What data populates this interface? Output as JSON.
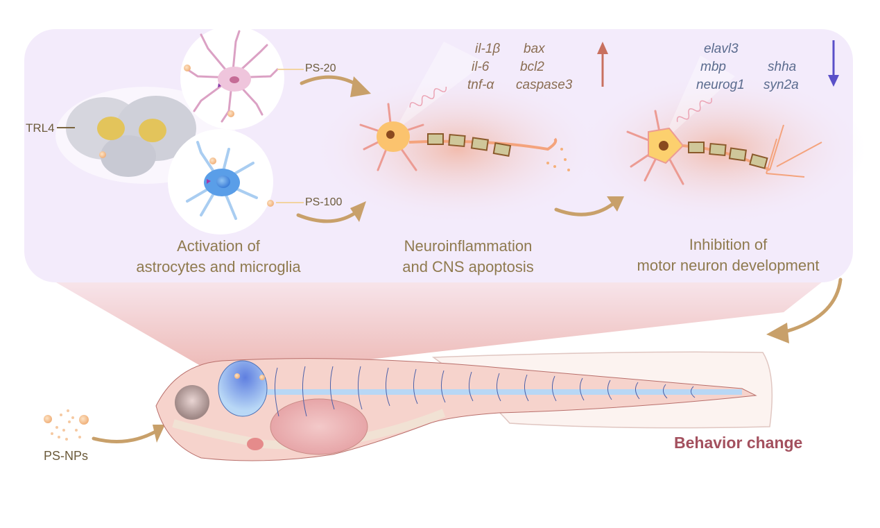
{
  "figure": {
    "type": "graphical-abstract",
    "colors": {
      "panel_bg": "#f3ebfb",
      "caption_text": "#8f7a4f",
      "arrow": "#c8a06a",
      "up_arrow": "#c8705f",
      "down_arrow": "#5a50c8",
      "up_gene_text": "#8a6d52",
      "down_gene_text": "#5a6b8e",
      "behavior_text": "#a3505e",
      "fish_body": "#f6d3cc",
      "spinal_cord": "#b8d7f5"
    }
  },
  "labels": {
    "receptor": "TRL4",
    "ps20": "PS-20",
    "ps100": "PS-100",
    "ps_nps": "PS-NPs",
    "behavior": "Behavior change"
  },
  "stages": [
    {
      "line1": "Activation of",
      "line2": "astrocytes and microglia"
    },
    {
      "line1": "Neuroinflammation",
      "line2": "and CNS apoptosis"
    },
    {
      "line1": "Inhibition of",
      "line2": "motor neuron development"
    }
  ],
  "genes": {
    "upregulated": {
      "direction_icon": "up-arrow",
      "col1": [
        "il-1β",
        "il-6",
        "tnf-α"
      ],
      "col2": [
        "bax",
        "bcl2",
        "caspase3"
      ]
    },
    "downregulated": {
      "direction_icon": "down-arrow",
      "col1": [
        "elavl3",
        "mbp",
        "neurog1"
      ],
      "col2": [
        "shha",
        "syn2a"
      ]
    }
  }
}
